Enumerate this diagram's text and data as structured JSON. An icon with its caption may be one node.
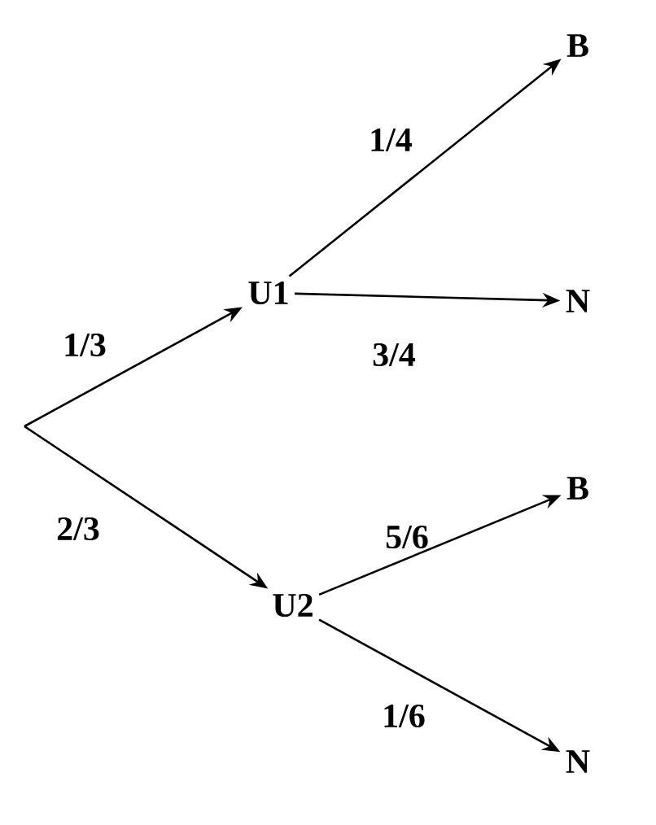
{
  "diagram": {
    "nodes": [
      {
        "text": [
          "U1"
        ]
      },
      {
        "text": [
          "U2"
        ]
      },
      {
        "text": [
          "B"
        ]
      },
      {
        "text": [
          "N"
        ]
      },
      {
        "text": [
          "B"
        ]
      },
      {
        "text": [
          "N"
        ]
      }
    ],
    "edges": [
      {
        "from": null,
        "to": 0,
        "arrow": "to",
        "label": "1/3"
      },
      {
        "from": null,
        "to": 1,
        "arrow": "to",
        "label": "2/3"
      },
      {
        "from": 0,
        "to": 2,
        "arrow": "to",
        "label": "1/4"
      },
      {
        "from": 0,
        "to": 3,
        "arrow": "to",
        "label": "3/4"
      },
      {
        "from": 1,
        "to": 4,
        "arrow": "to",
        "label": "5/6"
      },
      {
        "from": 1,
        "to": 5,
        "arrow": "to",
        "label": "1/6"
      }
    ]
  }
}
